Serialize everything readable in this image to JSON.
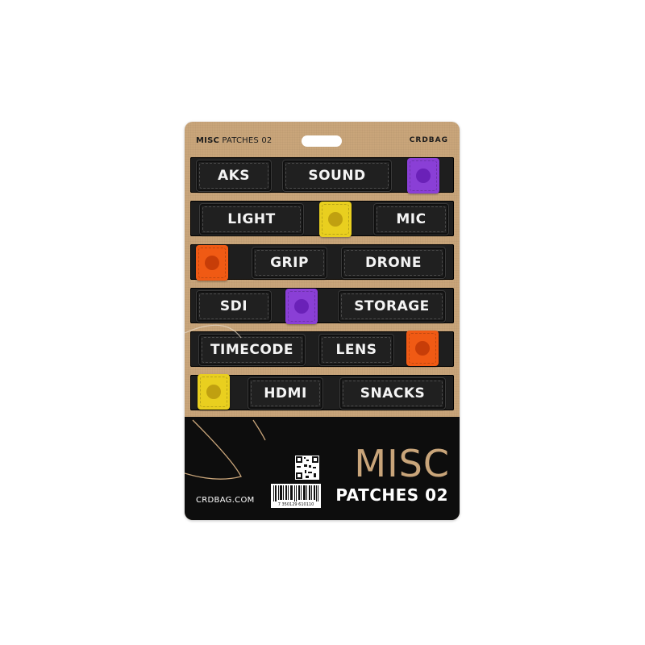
{
  "header": {
    "title_bold": "MISC",
    "title_rest": "PATCHES 02",
    "brand": "CRDBAG"
  },
  "patches": {
    "r1": [
      "AKS",
      "SOUND"
    ],
    "r2": [
      "LIGHT",
      "MIC"
    ],
    "r3": [
      "GRIP",
      "DRONE"
    ],
    "r4": [
      "SDI",
      "STORAGE"
    ],
    "r5": [
      "TIMECODE",
      "LENS"
    ],
    "r6": [
      "HDMI",
      "SNACKS"
    ]
  },
  "logo_patch_colors": {
    "purple": "#8a3fd6",
    "yellow": "#e9cf1f",
    "orange": "#f05a14"
  },
  "footer": {
    "big_title": "MISC",
    "subtitle": "PATCHES 02",
    "url": "CRDBAG.COM",
    "barcode_number": "7 350129 610110"
  },
  "colors": {
    "kraft": "#c9a57a",
    "black": "#0d0d0d"
  }
}
